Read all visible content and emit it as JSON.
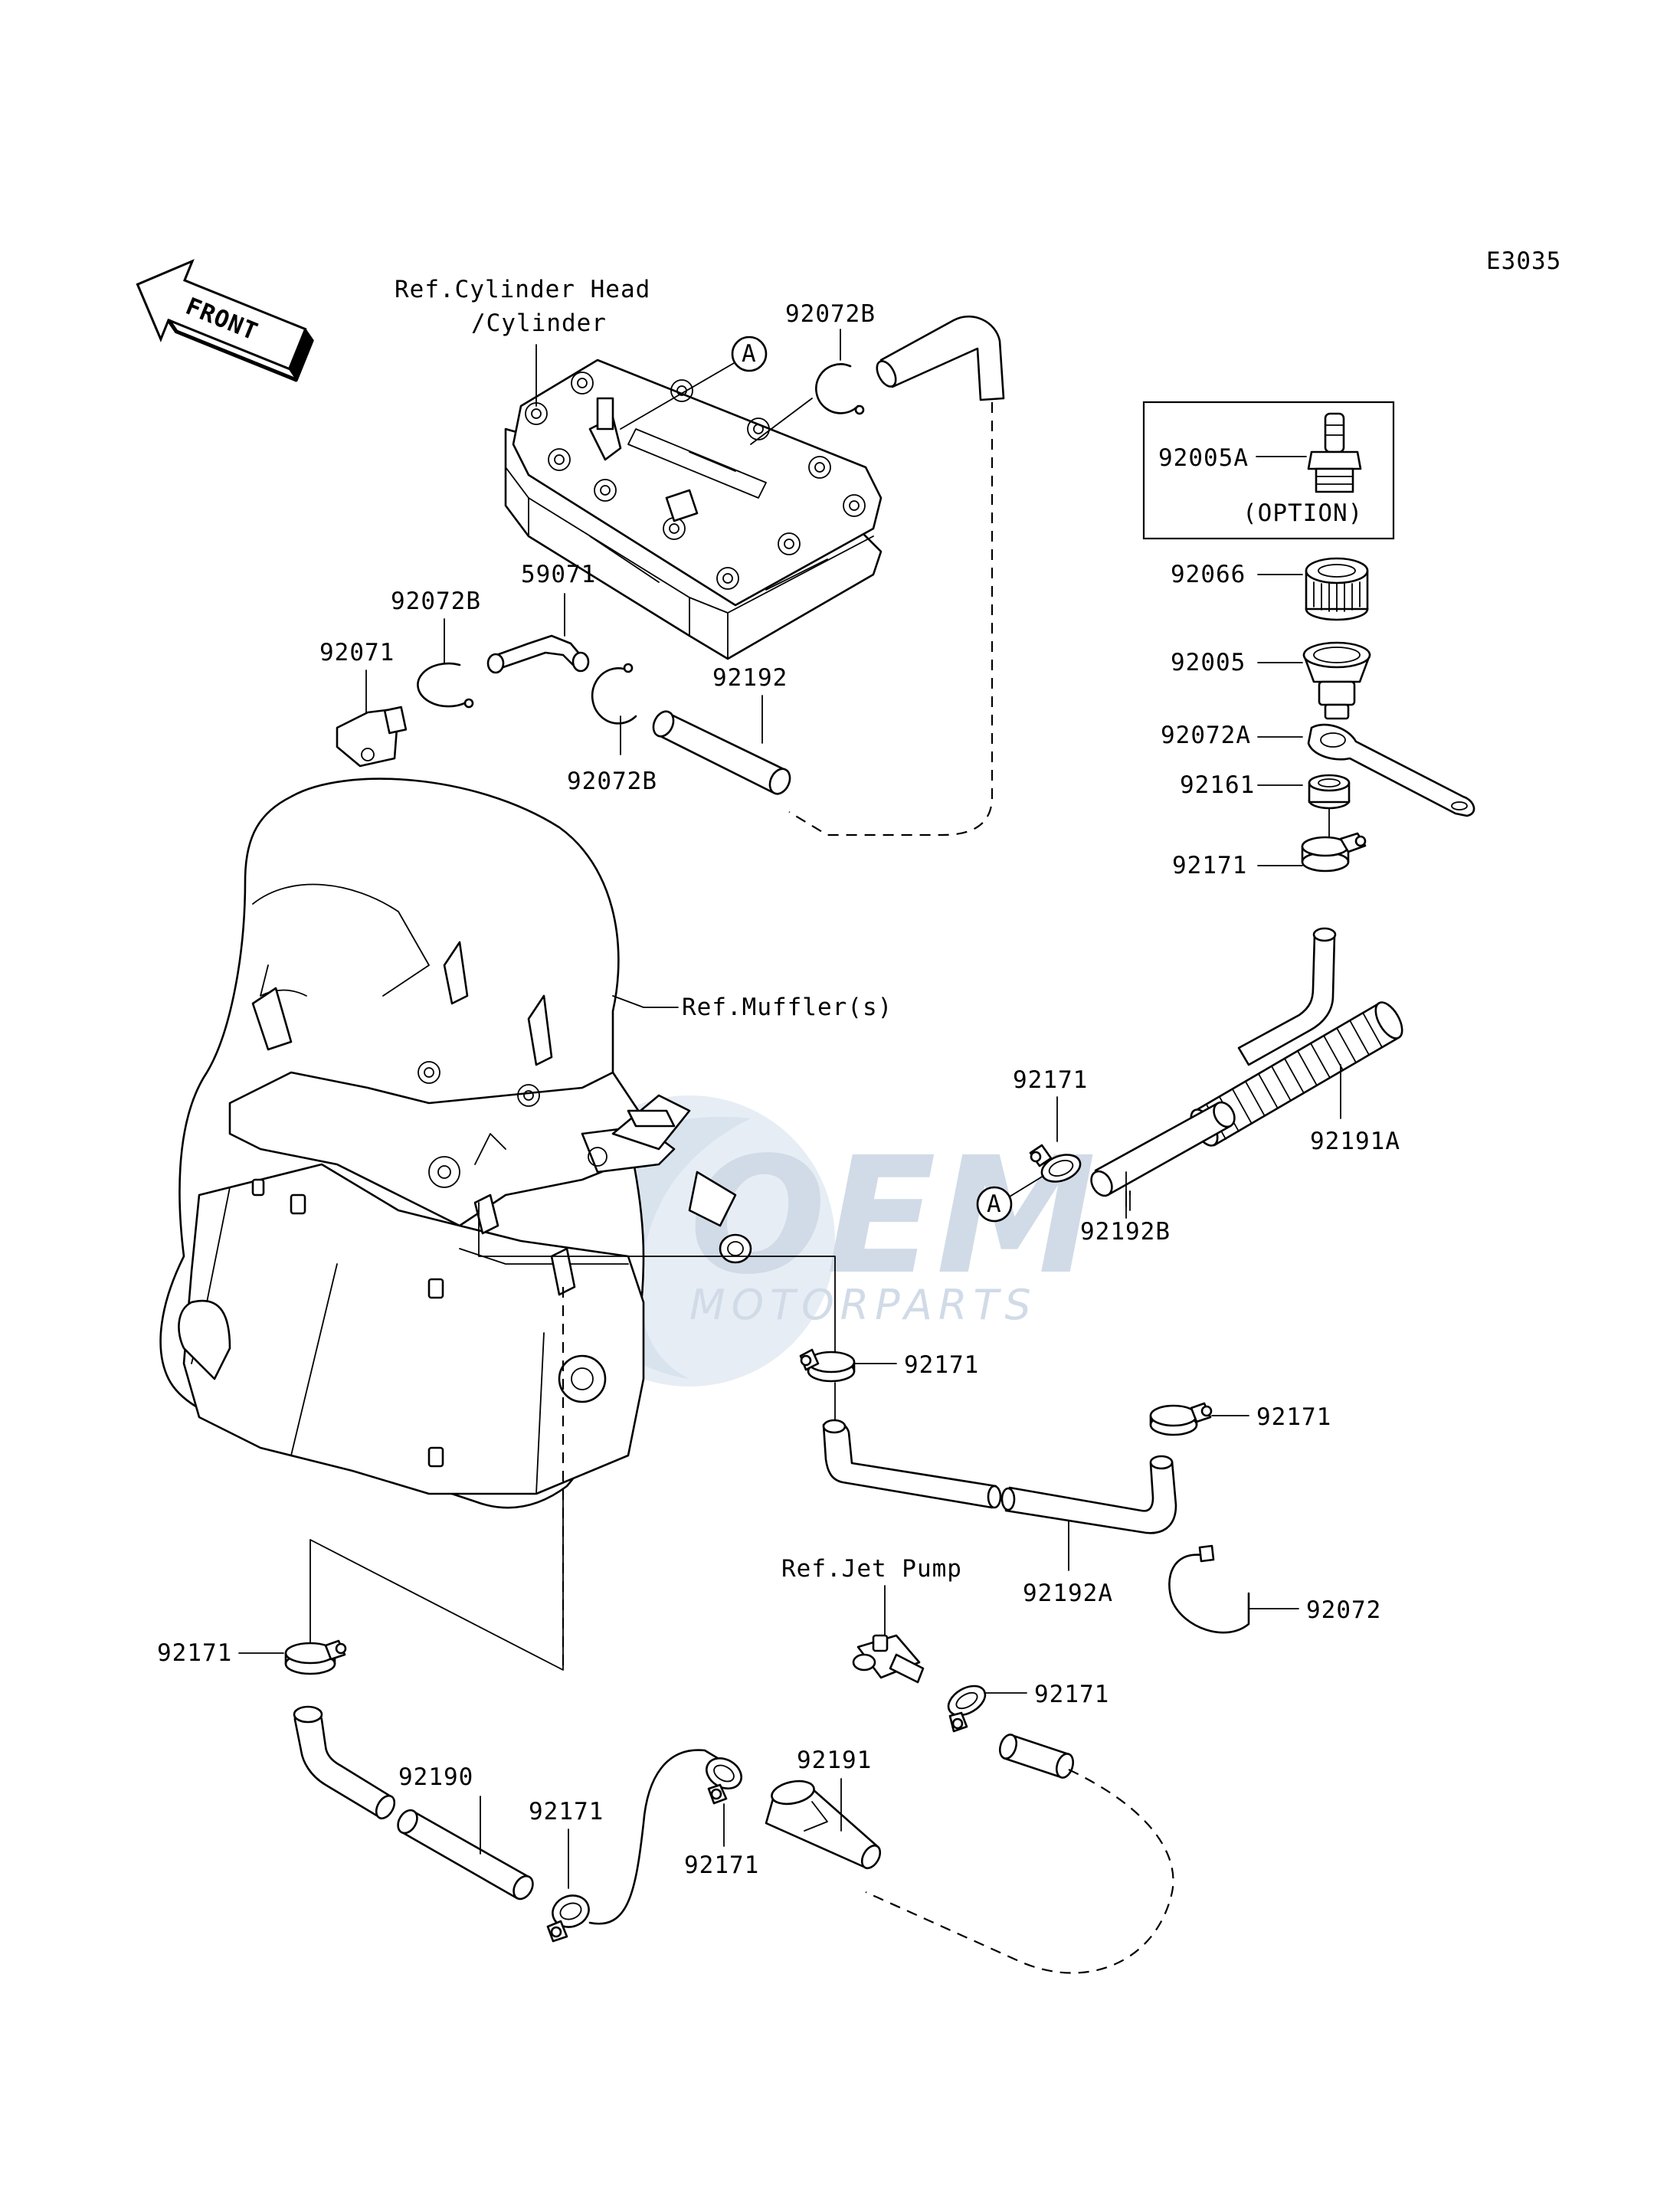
{
  "diagram_id": "E3035",
  "front_arrow": {
    "label": "FRONT",
    "icon": "front-arrow-icon"
  },
  "references": {
    "cylinder_head_1": "Ref.Cylinder Head",
    "cylinder_head_2": "/Cylinder",
    "muffler": "Ref.Muffler(s)",
    "jet_pump": "Ref.Jet Pump"
  },
  "option_box": {
    "part": "92005A",
    "note": "(OPTION)"
  },
  "callout_marker": "A",
  "parts": {
    "p92072B_top": "92072B",
    "p92072B_left": "92072B",
    "p92072B_bottom": "92072B",
    "p59071": "59071",
    "p92071": "92071",
    "p92192": "92192",
    "p92066": "92066",
    "p92005": "92005",
    "p92072A": "92072A",
    "p92161": "92161",
    "p92171_top_right": "92171",
    "p92171_mid": "92171",
    "p92191A": "92191A",
    "p92192B": "92192B",
    "p92171_center": "92171",
    "p92171_right": "92171",
    "p92192A": "92192A",
    "p92072": "92072",
    "p92171_left": "92171",
    "p92190": "92190",
    "p92171_bottom_left": "92171",
    "p92171_bottom_mid": "92171",
    "p92191": "92191",
    "p92171_jetpump": "92171"
  },
  "watermark": {
    "brand": "OEM",
    "sub": "MOTORPARTS"
  }
}
